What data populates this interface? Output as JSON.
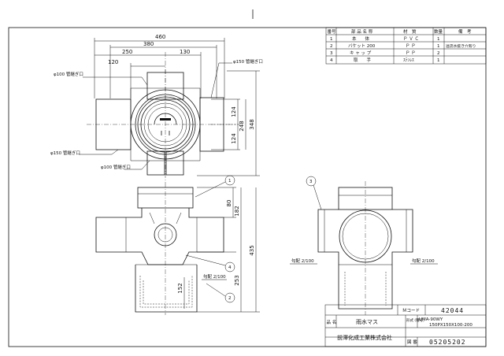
{
  "parts_table": {
    "headers": [
      "番号",
      "部 品 名 称",
      "材　質",
      "数量",
      "備　考"
    ],
    "rows": [
      {
        "no": "1",
        "name": "本　　体",
        "material": "Ｐ Ｖ Ｃ",
        "qty": "1",
        "note": ""
      },
      {
        "no": "2",
        "name": "バケット 200",
        "material": "Ｐ Ｐ",
        "qty": "1",
        "note": "溢流水抜き穴有り"
      },
      {
        "no": "3",
        "name": "キ ャ ッ プ",
        "material": "Ｐ Ｐ",
        "qty": "2",
        "note": ""
      },
      {
        "no": "4",
        "name": "取　　手",
        "material": "ｽﾃﾝﾚｽ",
        "qty": "1",
        "note": ""
      }
    ]
  },
  "plan_view": {
    "dims_top": [
      "460",
      "380",
      "250",
      "130",
      "120"
    ],
    "dims_right": [
      "124",
      "124",
      "248",
      "348"
    ],
    "labels": {
      "pipe100_top": "φ100 管継ぎ口",
      "pipe150_right": "φ150 管継ぎ口",
      "pipe150_left": "φ150 管継ぎ口",
      "pipe100_bottom": "φ100 管継ぎ口"
    }
  },
  "front_view": {
    "dims_right": [
      "80",
      "182",
      "435",
      "253"
    ],
    "dim_inner": "152",
    "slope": "勾配 2/100",
    "balloons": [
      "1",
      "4",
      "2"
    ]
  },
  "side_view": {
    "balloon": "3",
    "slope_left": "勾配 2/100",
    "slope_right": "勾配 2/100"
  },
  "title_block": {
    "mcode_label": "Ｍコード",
    "mcode_value": "42044",
    "name_label": "品 名",
    "name_value": "雨水マス",
    "model_label": "形式\n(種号)",
    "model_value_1": "UMA-90WY",
    "model_value_2": "150PX150X100-200",
    "company": "前澤化成工業株式会社",
    "drawing_no_label": "図 番",
    "drawing_no": "05205202"
  }
}
